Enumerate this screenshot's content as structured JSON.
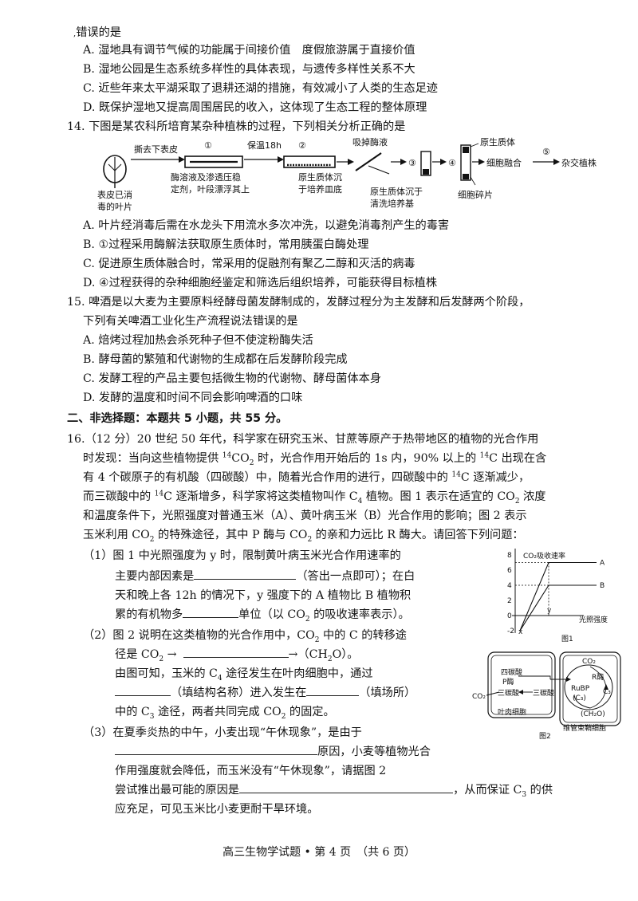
{
  "q13_tail": {
    "stem_end": "错误的是",
    "A": "A. 湿地具有调节气候的功能属于间接价值　度假旅游属于直接价值",
    "B": "B. 湿地公园是生态系统多样性的具体表现，与遗传多样性关系不大",
    "C": "C. 近些年来太平湖采取了退耕还湖的措施，有效减小了人类的生态足迹",
    "D": "D. 既保护湿地又提高周围居民的收入，这体现了生态工程的整体原理"
  },
  "q14": {
    "stem": "14. 下图是某农科所培育某杂种植株的过程，下列相关分析正确的是",
    "diagram": {
      "step_tear": "撕去下表皮",
      "circle1": "①",
      "step_keep": "保温18h",
      "circle2": "②",
      "step_suck": "吸掉酶液",
      "circle3": "③",
      "circle4": "④",
      "proto_top": "原生质体",
      "circle5": "⑤",
      "fusion": "细胞融合",
      "hybrid": "杂交植株",
      "leaf_a": "表皮已消",
      "leaf_b": "毒的叶片",
      "enzyme_a": "酶溶液及渗透压稳",
      "enzyme_b": "定剂，叶段漂浮其上",
      "dish_a": "原生质体沉",
      "dish_b": "于培养皿底",
      "tube_a": "原生质体沉于",
      "tube_b": "清洗培养基",
      "debris": "细胞碎片"
    },
    "A": "A. 叶片经消毒后需在水龙头下用流水多次冲洗，以避免消毒剂产生的毒害",
    "B": "B. ①过程采用酶解法获取原生质体时，常用胰蛋白酶处理",
    "C": "C. 促进原生质体融合时，常采用的促融剂有聚乙二醇和灭活的病毒",
    "D": "D. ④过程获得的杂种细胞经鉴定和筛选后组织培养，可能获得目标植株"
  },
  "q15": {
    "stem1": "15. 啤酒是以大麦为主要原料经酵母菌发酵制成的，发酵过程分为主发酵和后发酵两个阶段，",
    "stem2": "下列有关啤酒工业化生产流程说法错误的是",
    "A": "A. 焙烤过程加热会杀死种子但不使淀粉酶失活",
    "B": "B. 酵母菌的繁殖和代谢物的生成都在后发酵阶段完成",
    "C": "C. 发酵工程的产品主要包括微生物的代谢物、酵母菌体本身",
    "D": "D. 发酵的温度和时间不同会影响啤酒的口味"
  },
  "section2": "二、非选择题：本题共 5 小题，共 55 分。",
  "q16": {
    "l1a": "16.（12 分）20 世纪 50 年代，科学家在研究玉米、甘蔗等原产于热带地区的植物的光合作用",
    "l2a": "时发现：当向这些植物提供 ",
    "l2b": "CO",
    "l2c": " 时，光合作用开始后的 1s 内，90% 以上的 ",
    "l2d": "C 出现在含",
    "l3a": "有 4 个碳原子的有机酸（四碳酸）中，随着光合作用的进行，四碳酸中的 ",
    "l3b": "C 逐渐减少，",
    "l4a": "而三碳酸中的 ",
    "l4b": "C 逐渐增多，科学家将这类植物叫作 C",
    "l4c": " 植物。图 1 表示在适宜的 CO",
    "l4d": " 浓度",
    "l5": "和温度条件下，光照强度对普通玉米（A）、黄叶病玉米（B）光合作用的影响；图 2 表示",
    "l6a": "玉米利用 CO",
    "l6b": " 的特殊途径，其中 P 酶与 CO",
    "l6c": " 的亲和力远比 R 酶大。请回答下列问题：",
    "sup14": "14",
    "sub2": "2",
    "sub4": "4",
    "sub3": "3",
    "p1a": "（1）图 1 中光照强度为 y 时，限制黄叶病玉米光合作用速率的",
    "p1b": "主要内部因素是",
    "p1c": "（答出一点即可）；在白",
    "p1d": "天和晚上各 12h 的情况下，y 强度下的 A 植物比 B 植物积",
    "p1e": "累的有机物多",
    "p1f": "单位（以 CO",
    "p1g": " 的吸收速率表示）。",
    "p2a": "（2）图 2 说明在这类植物的光合作用中，CO",
    "p2b": " 中的 C 的转移途",
    "p2c": "径是 CO",
    "p2d": " →",
    "p2e": "→（CH",
    "p2f": "O）。",
    "p2g": "由图可知，玉米的 C",
    "p2h": " 途径发生在叶肉细胞中，通过",
    "p2i": "（填结构名称）进入发生在",
    "p2j": "（填场所）",
    "p2k": "中的 C",
    "p2l": " 途径，两者共同完成 CO",
    "p2m": " 的固定。",
    "p3a": "（3）在夏季炎热的中午，小麦出现“午休现象”，是由于",
    "p3b": "原因，小麦等植物光合",
    "p3c": "作用强度就会降低，而玉米没有“午休现象”，请据图 2",
    "p3d": "尝试推出最可能的原因是",
    "p3e": "，从而保证 C",
    "p3f": " 的供",
    "p3g": "应充足，可见玉米比小麦更耐干旱环境。"
  },
  "figure1": {
    "ylabel": "CO₂吸收速率",
    "xlabel": "光照强度",
    "caption": "图1",
    "yticks": [
      "8",
      "6",
      "4",
      "2",
      "0",
      "-2"
    ],
    "series": [
      {
        "name": "A",
        "plateau": 7
      },
      {
        "name": "B",
        "plateau": 4
      }
    ],
    "x_marks": [
      "x",
      "y"
    ]
  },
  "figure2": {
    "caption": "图2",
    "c4acid": "四碳酸",
    "penzyme": "P酶",
    "c3acid_left": "三碳酸",
    "c3acid_mid": "三碳酸",
    "co2_in": "CO₂",
    "co2_top": "CO₂",
    "renzyme": "R酶",
    "rubp": "RuBP",
    "c3": "(C₃)",
    "c3b": "C₃",
    "ch2o": "(CH₂O)",
    "mesophyll": "叶肉细胞",
    "bundle": "维管束鞘细胞"
  },
  "footer": "高三生物学试题 • 第 4 页　（共 6 页）"
}
